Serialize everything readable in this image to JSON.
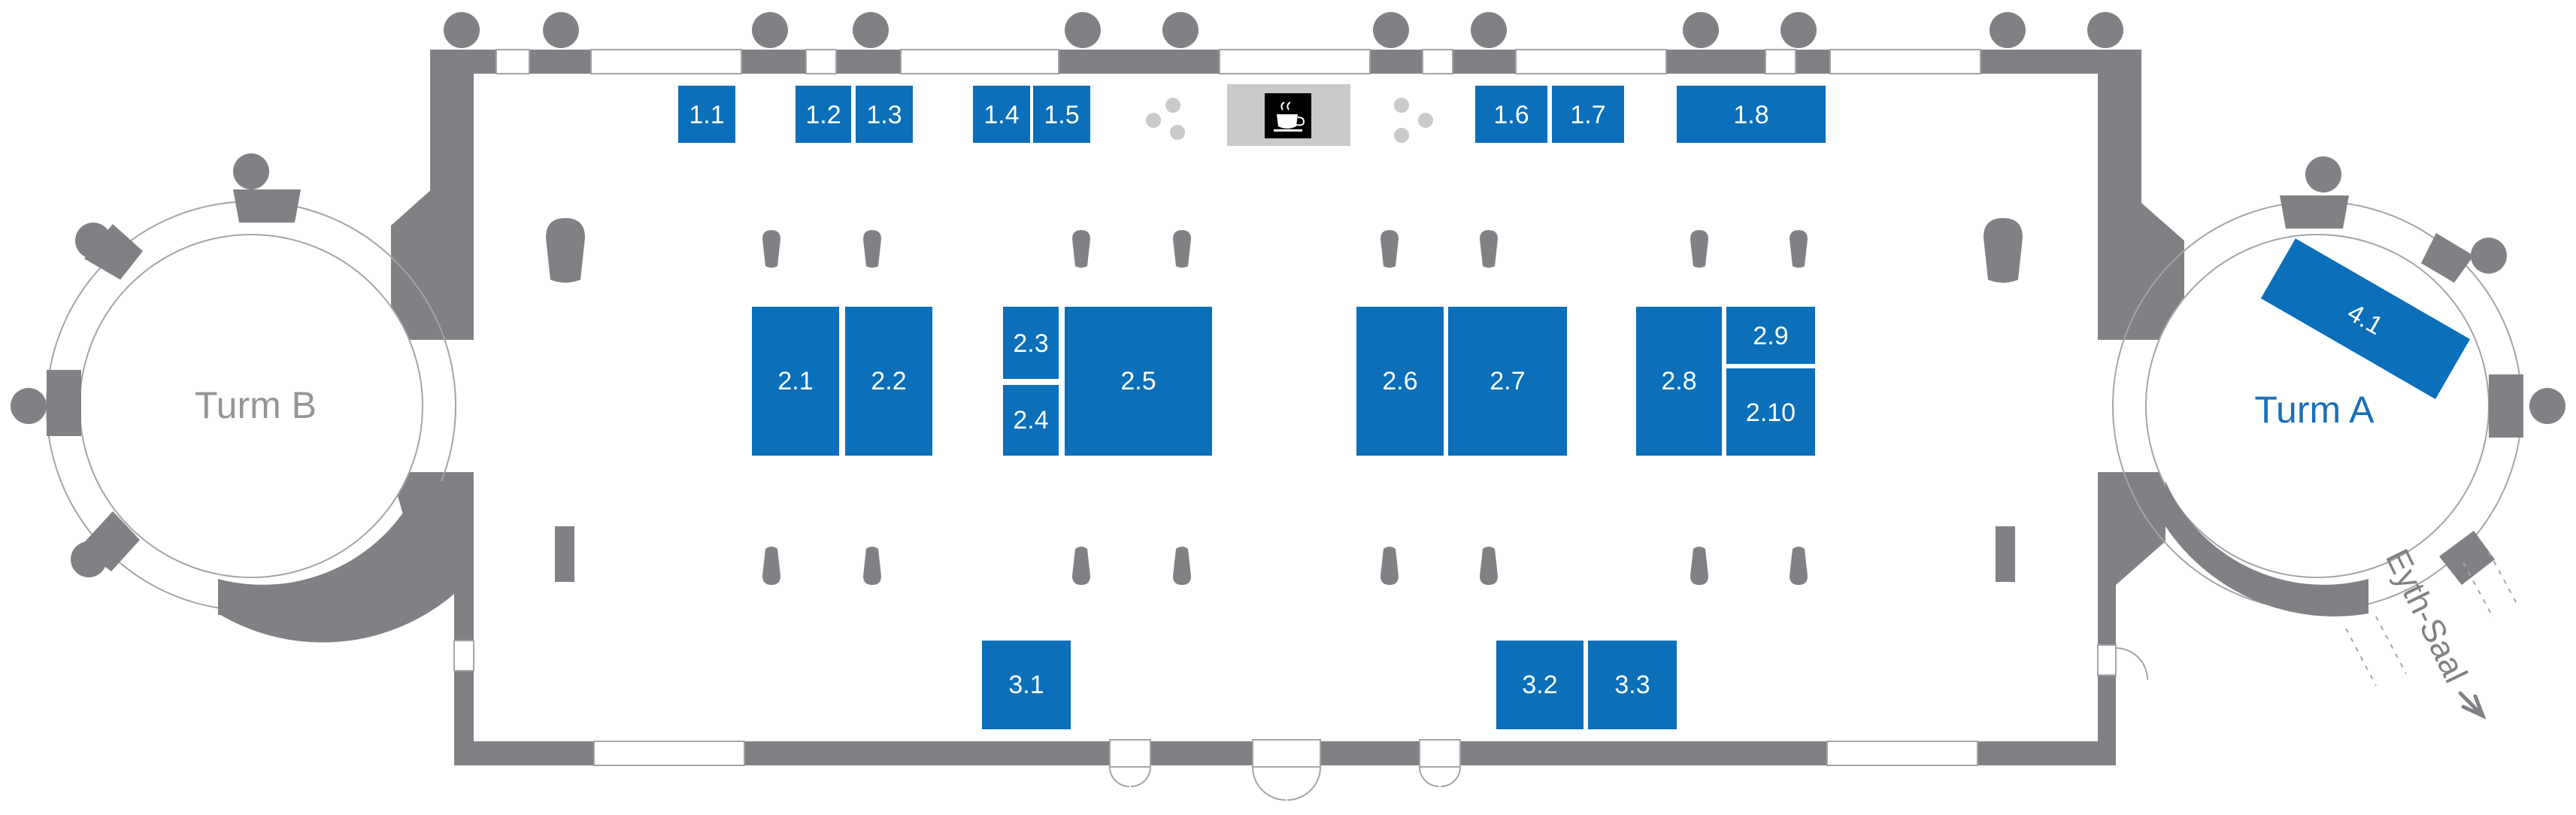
{
  "colors": {
    "wall": "#808184",
    "booth": "#0b6fba",
    "tower_b_text": "#939598",
    "tower_a_text": "#1a6fb7",
    "cafe_bg": "#c9cacc",
    "door_stroke": "#a3a4a7"
  },
  "towers": {
    "b": {
      "label": "Turm B"
    },
    "a": {
      "label": "Turm A"
    }
  },
  "exit": {
    "label": "Eyth-Saal",
    "icon": "arrow-icon"
  },
  "cafe": {
    "icon": "coffee-cup-icon"
  },
  "booths": [
    {
      "id": "1.1"
    },
    {
      "id": "1.2"
    },
    {
      "id": "1.3"
    },
    {
      "id": "1.4"
    },
    {
      "id": "1.5"
    },
    {
      "id": "1.6"
    },
    {
      "id": "1.7"
    },
    {
      "id": "1.8"
    },
    {
      "id": "2.1"
    },
    {
      "id": "2.2"
    },
    {
      "id": "2.3"
    },
    {
      "id": "2.4"
    },
    {
      "id": "2.5"
    },
    {
      "id": "2.6"
    },
    {
      "id": "2.7"
    },
    {
      "id": "2.8"
    },
    {
      "id": "2.9"
    },
    {
      "id": "2.10"
    },
    {
      "id": "3.1"
    },
    {
      "id": "3.2"
    },
    {
      "id": "3.3"
    },
    {
      "id": "4.1"
    }
  ]
}
